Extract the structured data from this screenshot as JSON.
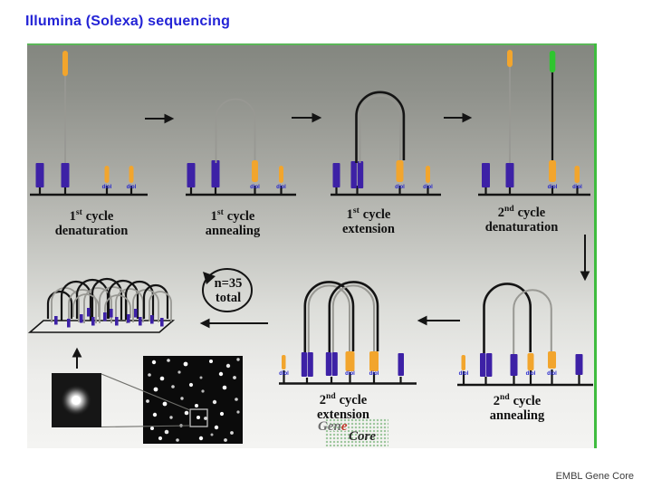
{
  "page": {
    "title": "Illumina (Solexa) sequencing",
    "footer": "EMBL Gene Core"
  },
  "diagram": {
    "diol_label": "diol",
    "panels": [
      {
        "ordinal": "1",
        "suffix": "st",
        "cycle_word": "cycle",
        "phase": "denaturation"
      },
      {
        "ordinal": "1",
        "suffix": "st",
        "cycle_word": "cycle",
        "phase": "annealing"
      },
      {
        "ordinal": "1",
        "suffix": "st",
        "cycle_word": "cycle",
        "phase": "extension"
      },
      {
        "ordinal": "2",
        "suffix": "nd",
        "cycle_word": "cycle",
        "phase": "denaturation"
      },
      {
        "ordinal": "2",
        "suffix": "nd",
        "cycle_word": "cycle",
        "phase": "annealing"
      },
      {
        "ordinal": "2",
        "suffix": "nd",
        "cycle_word": "cycle",
        "phase": "extension"
      }
    ],
    "cycle_note": {
      "line1": "n=35",
      "line2": "total"
    },
    "logo": {
      "part1": "Gen",
      "part2": "e",
      "part3": "Core"
    },
    "colors": {
      "title_blue": "#2323d6",
      "anchor_purple": "#3d21a6",
      "adapter_orange": "#f2a52d",
      "new_strand_green": "#2fc52f",
      "template_gray": "#989893",
      "strand_black": "#141414",
      "frame_green": "#3fbc3f",
      "diol_blue": "#2424cc"
    }
  }
}
